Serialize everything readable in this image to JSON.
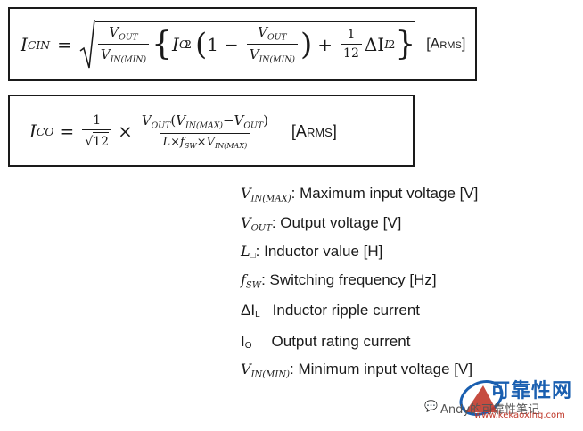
{
  "equation1": {
    "lhs": "I",
    "lhs_sub": "CIN",
    "vout": "V",
    "vout_sub": "OUT",
    "vin": "V",
    "vin_sub": "IN(MIN)",
    "io": "I",
    "io_sub": "O",
    "sq": "2",
    "one": "1",
    "twelve": "12",
    "dil": "ΔI",
    "dil_sub": "L",
    "unit_main": "[A",
    "unit_small": "RMS",
    "unit_close": "]"
  },
  "equation2": {
    "lhs": "I",
    "lhs_sub": "CO",
    "one": "1",
    "sqrt12": "12",
    "times": "×",
    "num_vout": "V",
    "num_vout_sub": "OUT",
    "num_vin": "V",
    "num_vin_sub": "IN(MAX)",
    "den_L": "L",
    "den_f": "f",
    "den_f_sub": "SW",
    "den_vin": "V",
    "den_vin_sub": "IN(MAX)",
    "unit_main": "[A",
    "unit_small": "RMS",
    "unit_close": "]"
  },
  "legend": [
    {
      "sym": "V",
      "sub": "IN(MAX)",
      "text": ": Maximum input voltage [V]"
    },
    {
      "sym": "V",
      "sub": "OUT",
      "text": ": Output voltage [V]"
    },
    {
      "sym": "L",
      "sub": "□",
      "text": ": Inductor value [H]"
    },
    {
      "sym": "f",
      "sub": "SW",
      "text": ": Switching frequency [Hz]"
    },
    {
      "sym": "ΔI",
      "sub": "L",
      "text": "Inductor ripple current"
    },
    {
      "sym": "I",
      "sub": "O",
      "text": "Output rating current"
    },
    {
      "sym": "V",
      "sub": "IN(MIN)",
      "text": ": Minimum input voltage [V]"
    }
  ],
  "watermark": {
    "cn_title": "可靠性网",
    "url": "www.kekaoxing.com",
    "label": "Andy的可靠性笔记"
  }
}
